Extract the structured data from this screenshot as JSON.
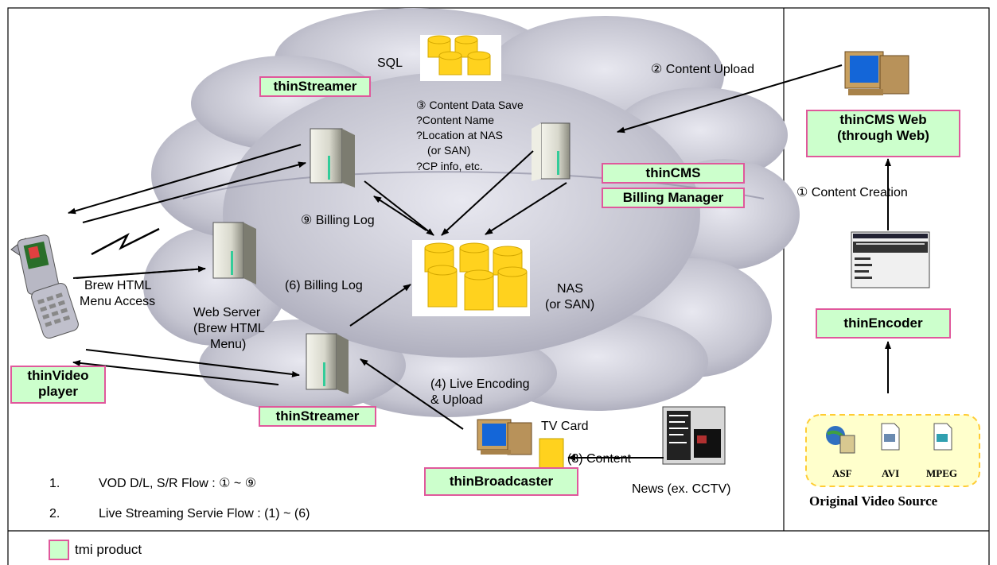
{
  "colors": {
    "product_fill": "#ccffcc",
    "product_border": "#e0589c",
    "cloud": "#c8c8d4",
    "db_yellow": "#ffd21e",
    "source_panel": "#ffffcc",
    "source_border": "#ffcc33"
  },
  "labels": {
    "sql": "SQL",
    "content_upload": "② Content Upload",
    "data_save": "③ Content Data Save",
    "content_name": "?Content Name",
    "location_nas": "?Location at NAS",
    "or_san_1": "(or SAN)",
    "cp_info": "?CP info, etc.",
    "content_creation": "① Content  Creation",
    "billing_log_9": "⑨ Billing Log",
    "billing_log_6": "(6) Billing Log",
    "brew_html": "Brew HTML",
    "menu_access": "Menu Access",
    "web_server": "Web Server",
    "brew_html_2": "(Brew HTML",
    "menu_close": "Menu)",
    "nas": "NAS",
    "or_san_2": "(or SAN)",
    "live_encoding": "(4) Live Encoding",
    "and_upload": "& Upload",
    "tv_card": "TV Card",
    "content_3": "(3) Content",
    "news": "News (ex. CCTV)",
    "asf": "ASF",
    "avi": "AVI",
    "mpeg": "MPEG",
    "original_video_source": "Original Video Source"
  },
  "products": {
    "thin_streamer_top": "thinStreamer",
    "thin_cms": "thinCMS",
    "billing_manager": "Billing Manager",
    "thin_cms_web_1": "thinCMS Web",
    "thin_cms_web_2": "(through Web)",
    "thin_encoder": "thinEncoder",
    "thin_video_1": "thinVideo",
    "thin_video_2": "player",
    "thin_streamer_bottom": "thinStreamer",
    "thin_broadcaster": "thinBroadcaster"
  },
  "legend": {
    "item1_num": "1.",
    "item1_text": "VOD D/L, S/R Flow : ① ~ ⑨",
    "item2_num": "2.",
    "item2_text": "Live Streaming Servie Flow : (1) ~ (6)",
    "product_key": "tmi product"
  }
}
